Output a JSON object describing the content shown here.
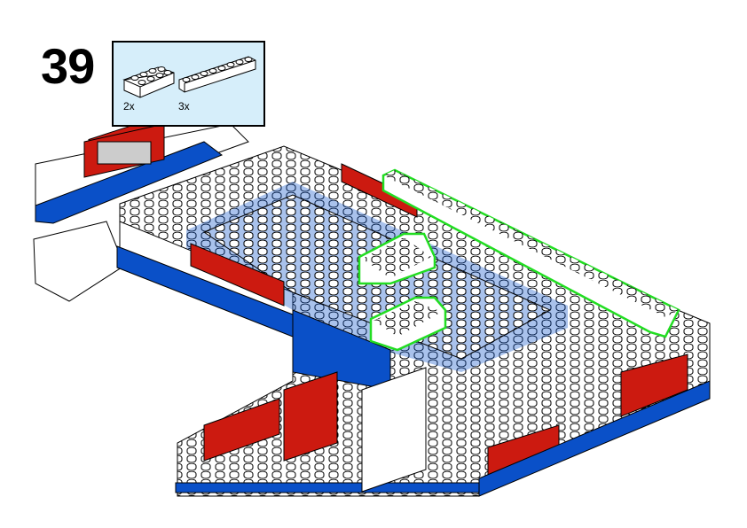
{
  "step": {
    "number": "39"
  },
  "parts_list": {
    "items": [
      {
        "part": "brick-2x4-white",
        "quantity": "2x"
      },
      {
        "part": "brick-1x8-white",
        "quantity": "3x"
      }
    ]
  },
  "colors": {
    "parts_bg": "#d6eefa",
    "highlight": "#22dd22",
    "blue": "#0a50c8",
    "red": "#cc1a10",
    "white": "#ffffff"
  }
}
